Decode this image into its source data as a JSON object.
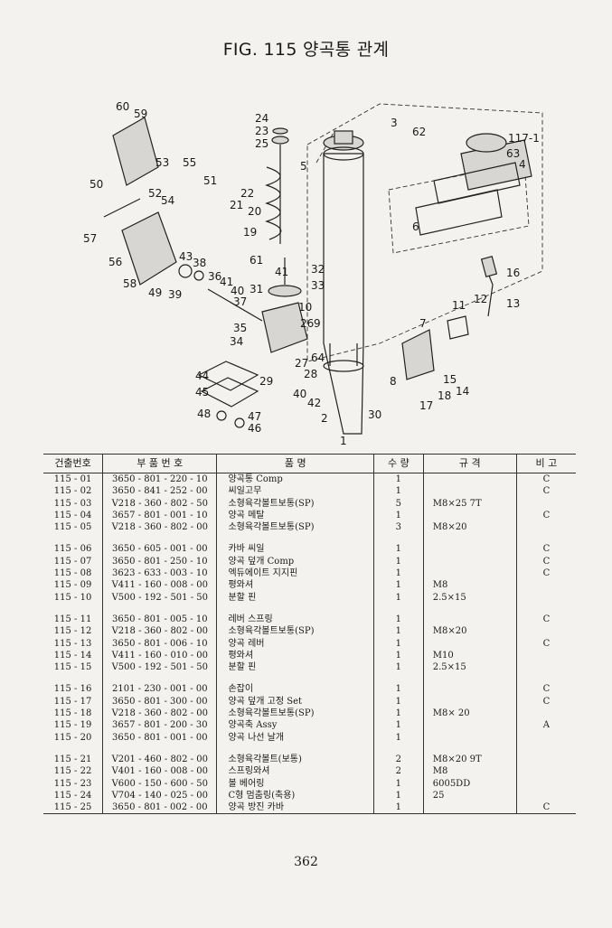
{
  "title": "FIG. 115 양곡통 관계",
  "page_number": "362",
  "headers": [
    "건출번호",
    "부 품 번 호",
    "품 명",
    "수 량",
    "규 격",
    "비 고"
  ],
  "callouts": [
    "60",
    "59",
    "24",
    "23",
    "25",
    "3",
    "62",
    "117-1",
    "63",
    "4",
    "53",
    "55",
    "5",
    "50",
    "52",
    "54",
    "51",
    "22",
    "20",
    "21",
    "19",
    "6",
    "57",
    "56",
    "43",
    "38",
    "61",
    "41",
    "32",
    "16",
    "36",
    "41",
    "40",
    "37",
    "31",
    "33",
    "58",
    "49",
    "39",
    "12",
    "13",
    "11",
    "10",
    "9",
    "26",
    "35",
    "34",
    "7",
    "27",
    "64",
    "28",
    "44",
    "45",
    "29",
    "8",
    "15",
    "14",
    "40",
    "42",
    "18",
    "48",
    "47",
    "46",
    "2",
    "30",
    "17",
    "1"
  ],
  "rows": [
    {
      "no": "115 - 01",
      "part": "3650 - 801 - 220 - 10",
      "name": "양곡통 Comp",
      "qty": "1",
      "spec": "",
      "note": "C"
    },
    {
      "no": "115 - 02",
      "part": "3650 - 841 - 252 - 00",
      "name": "씨일고무",
      "qty": "1",
      "spec": "",
      "note": "C"
    },
    {
      "no": "115 - 03",
      "part": "V218 - 360 - 802 - 50",
      "name": "소형육각볼트보통(SP)",
      "qty": "5",
      "spec": "M8×25 7T",
      "note": ""
    },
    {
      "no": "115 - 04",
      "part": "3657 - 801 - 001 - 10",
      "name": "양곡 메탈",
      "qty": "1",
      "spec": "",
      "note": "C"
    },
    {
      "no": "115 - 05",
      "part": "V218 - 360 - 802 - 00",
      "name": "소형육각볼트보통(SP)",
      "qty": "3",
      "spec": "M8×20",
      "note": ""
    },
    {
      "no": "115 - 06",
      "part": "3650 - 605 - 001 - 00",
      "name": "카바 씨일",
      "qty": "1",
      "spec": "",
      "note": "C"
    },
    {
      "no": "115 - 07",
      "part": "3650 - 801 - 250 - 10",
      "name": "양곡 덮개 Comp",
      "qty": "1",
      "spec": "",
      "note": "C"
    },
    {
      "no": "115 - 08",
      "part": "3623 - 633 - 003 - 10",
      "name": "엑듀에이트 지지핀",
      "qty": "1",
      "spec": "",
      "note": "C"
    },
    {
      "no": "115 - 09",
      "part": "V411 - 160 - 008 - 00",
      "name": "평와셔",
      "qty": "1",
      "spec": "M8",
      "note": ""
    },
    {
      "no": "115 - 10",
      "part": "V500 - 192 - 501 - 50",
      "name": "분할 핀",
      "qty": "1",
      "spec": "2.5×15",
      "note": ""
    },
    {
      "no": "115 - 11",
      "part": "3650 - 801 - 005 - 10",
      "name": "레버 스프링",
      "qty": "1",
      "spec": "",
      "note": "C"
    },
    {
      "no": "115 - 12",
      "part": "V218 - 360 - 802 - 00",
      "name": "소형육각볼트보통(SP)",
      "qty": "1",
      "spec": "M8×20",
      "note": ""
    },
    {
      "no": "115 - 13",
      "part": "3650 - 801 - 006 - 10",
      "name": "양곡 레버",
      "qty": "1",
      "spec": "",
      "note": "C"
    },
    {
      "no": "115 - 14",
      "part": "V411 - 160 - 010 - 00",
      "name": "평와셔",
      "qty": "1",
      "spec": "M10",
      "note": ""
    },
    {
      "no": "115 - 15",
      "part": "V500 - 192 - 501 - 50",
      "name": "분할 핀",
      "qty": "1",
      "spec": "2.5×15",
      "note": ""
    },
    {
      "no": "115 - 16",
      "part": "2101 - 230 - 001 - 00",
      "name": "손잡이",
      "qty": "1",
      "spec": "",
      "note": "C"
    },
    {
      "no": "115 - 17",
      "part": "3650 - 801 - 300 - 00",
      "name": "양곡 덮개 고정 Set",
      "qty": "1",
      "spec": "",
      "note": "C"
    },
    {
      "no": "115 - 18",
      "part": "V218 - 360 - 802 - 00",
      "name": "소형육각볼트보통(SP)",
      "qty": "1",
      "spec": "M8× 20",
      "note": ""
    },
    {
      "no": "115 - 19",
      "part": "3657 - 801 - 200 - 30",
      "name": "양곡축 Assy",
      "qty": "1",
      "spec": "",
      "note": "A"
    },
    {
      "no": "115 - 20",
      "part": "3650 - 801 - 001 - 00",
      "name": "양곡 나선 날개",
      "qty": "1",
      "spec": "",
      "note": ""
    },
    {
      "no": "115 - 21",
      "part": "V201 - 460 - 802 - 00",
      "name": "소형육각볼트(보통)",
      "qty": "2",
      "spec": "M8×20 9T",
      "note": ""
    },
    {
      "no": "115 - 22",
      "part": "V401 - 160 - 008 - 00",
      "name": "스프링와셔",
      "qty": "2",
      "spec": "M8",
      "note": ""
    },
    {
      "no": "115 - 23",
      "part": "V600 - 150 - 600 - 50",
      "name": "볼 베어링",
      "qty": "1",
      "spec": "6005DD",
      "note": ""
    },
    {
      "no": "115 - 24",
      "part": "V704 - 140 - 025 - 00",
      "name": "C형 멈춤링(축용)",
      "qty": "1",
      "spec": "25",
      "note": ""
    },
    {
      "no": "115 - 25",
      "part": "3650 - 801 - 002 - 00",
      "name": "양곡 방진 카바",
      "qty": "1",
      "spec": "",
      "note": "C"
    }
  ]
}
